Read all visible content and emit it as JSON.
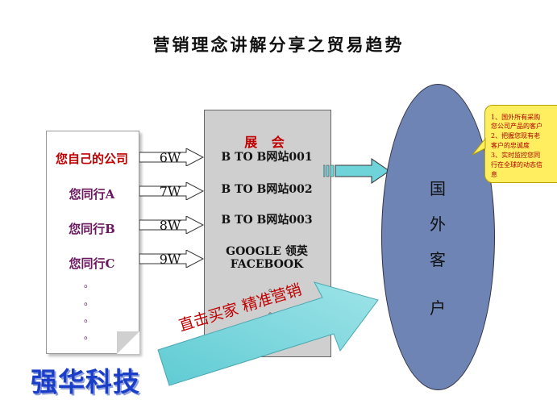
{
  "title": "营销理念讲解分享之贸易趋势",
  "left_box": {
    "companies": [
      "您自己的公司",
      "您同行A",
      "您同行B",
      "您同行C"
    ],
    "dots": [
      "。",
      "。",
      "。",
      "。"
    ]
  },
  "arrows": {
    "labels": [
      "6W",
      "7W",
      "8W",
      "9W"
    ]
  },
  "middle_box": {
    "heading": "展 会",
    "items": [
      "B TO B网站001",
      "B TO B网站002",
      "B TO B网站003",
      "GOOGLE  领英",
      "FACEBOOK"
    ],
    "dots": [
      "。",
      "。"
    ]
  },
  "banner": {
    "text": "直击买家 精准营销"
  },
  "client": {
    "chars": [
      "国",
      "外",
      "客",
      "户"
    ]
  },
  "callout": {
    "lines": [
      "1、国外所有采购",
      "您公司产品的客户",
      "2、把握您现有老",
      "客户的忠诚度",
      "3、实时监控您同",
      "行在全球的动态信",
      "息"
    ]
  },
  "brand": "强华科技",
  "colors": {
    "accent_red": "#c00000",
    "company_purple": "#6b1760",
    "ellipse_blue": "#6d84b4",
    "banner_teal": "#6fd3da",
    "callout_yellow": "#ffee60",
    "brand_blue": "#1a3ec8"
  }
}
